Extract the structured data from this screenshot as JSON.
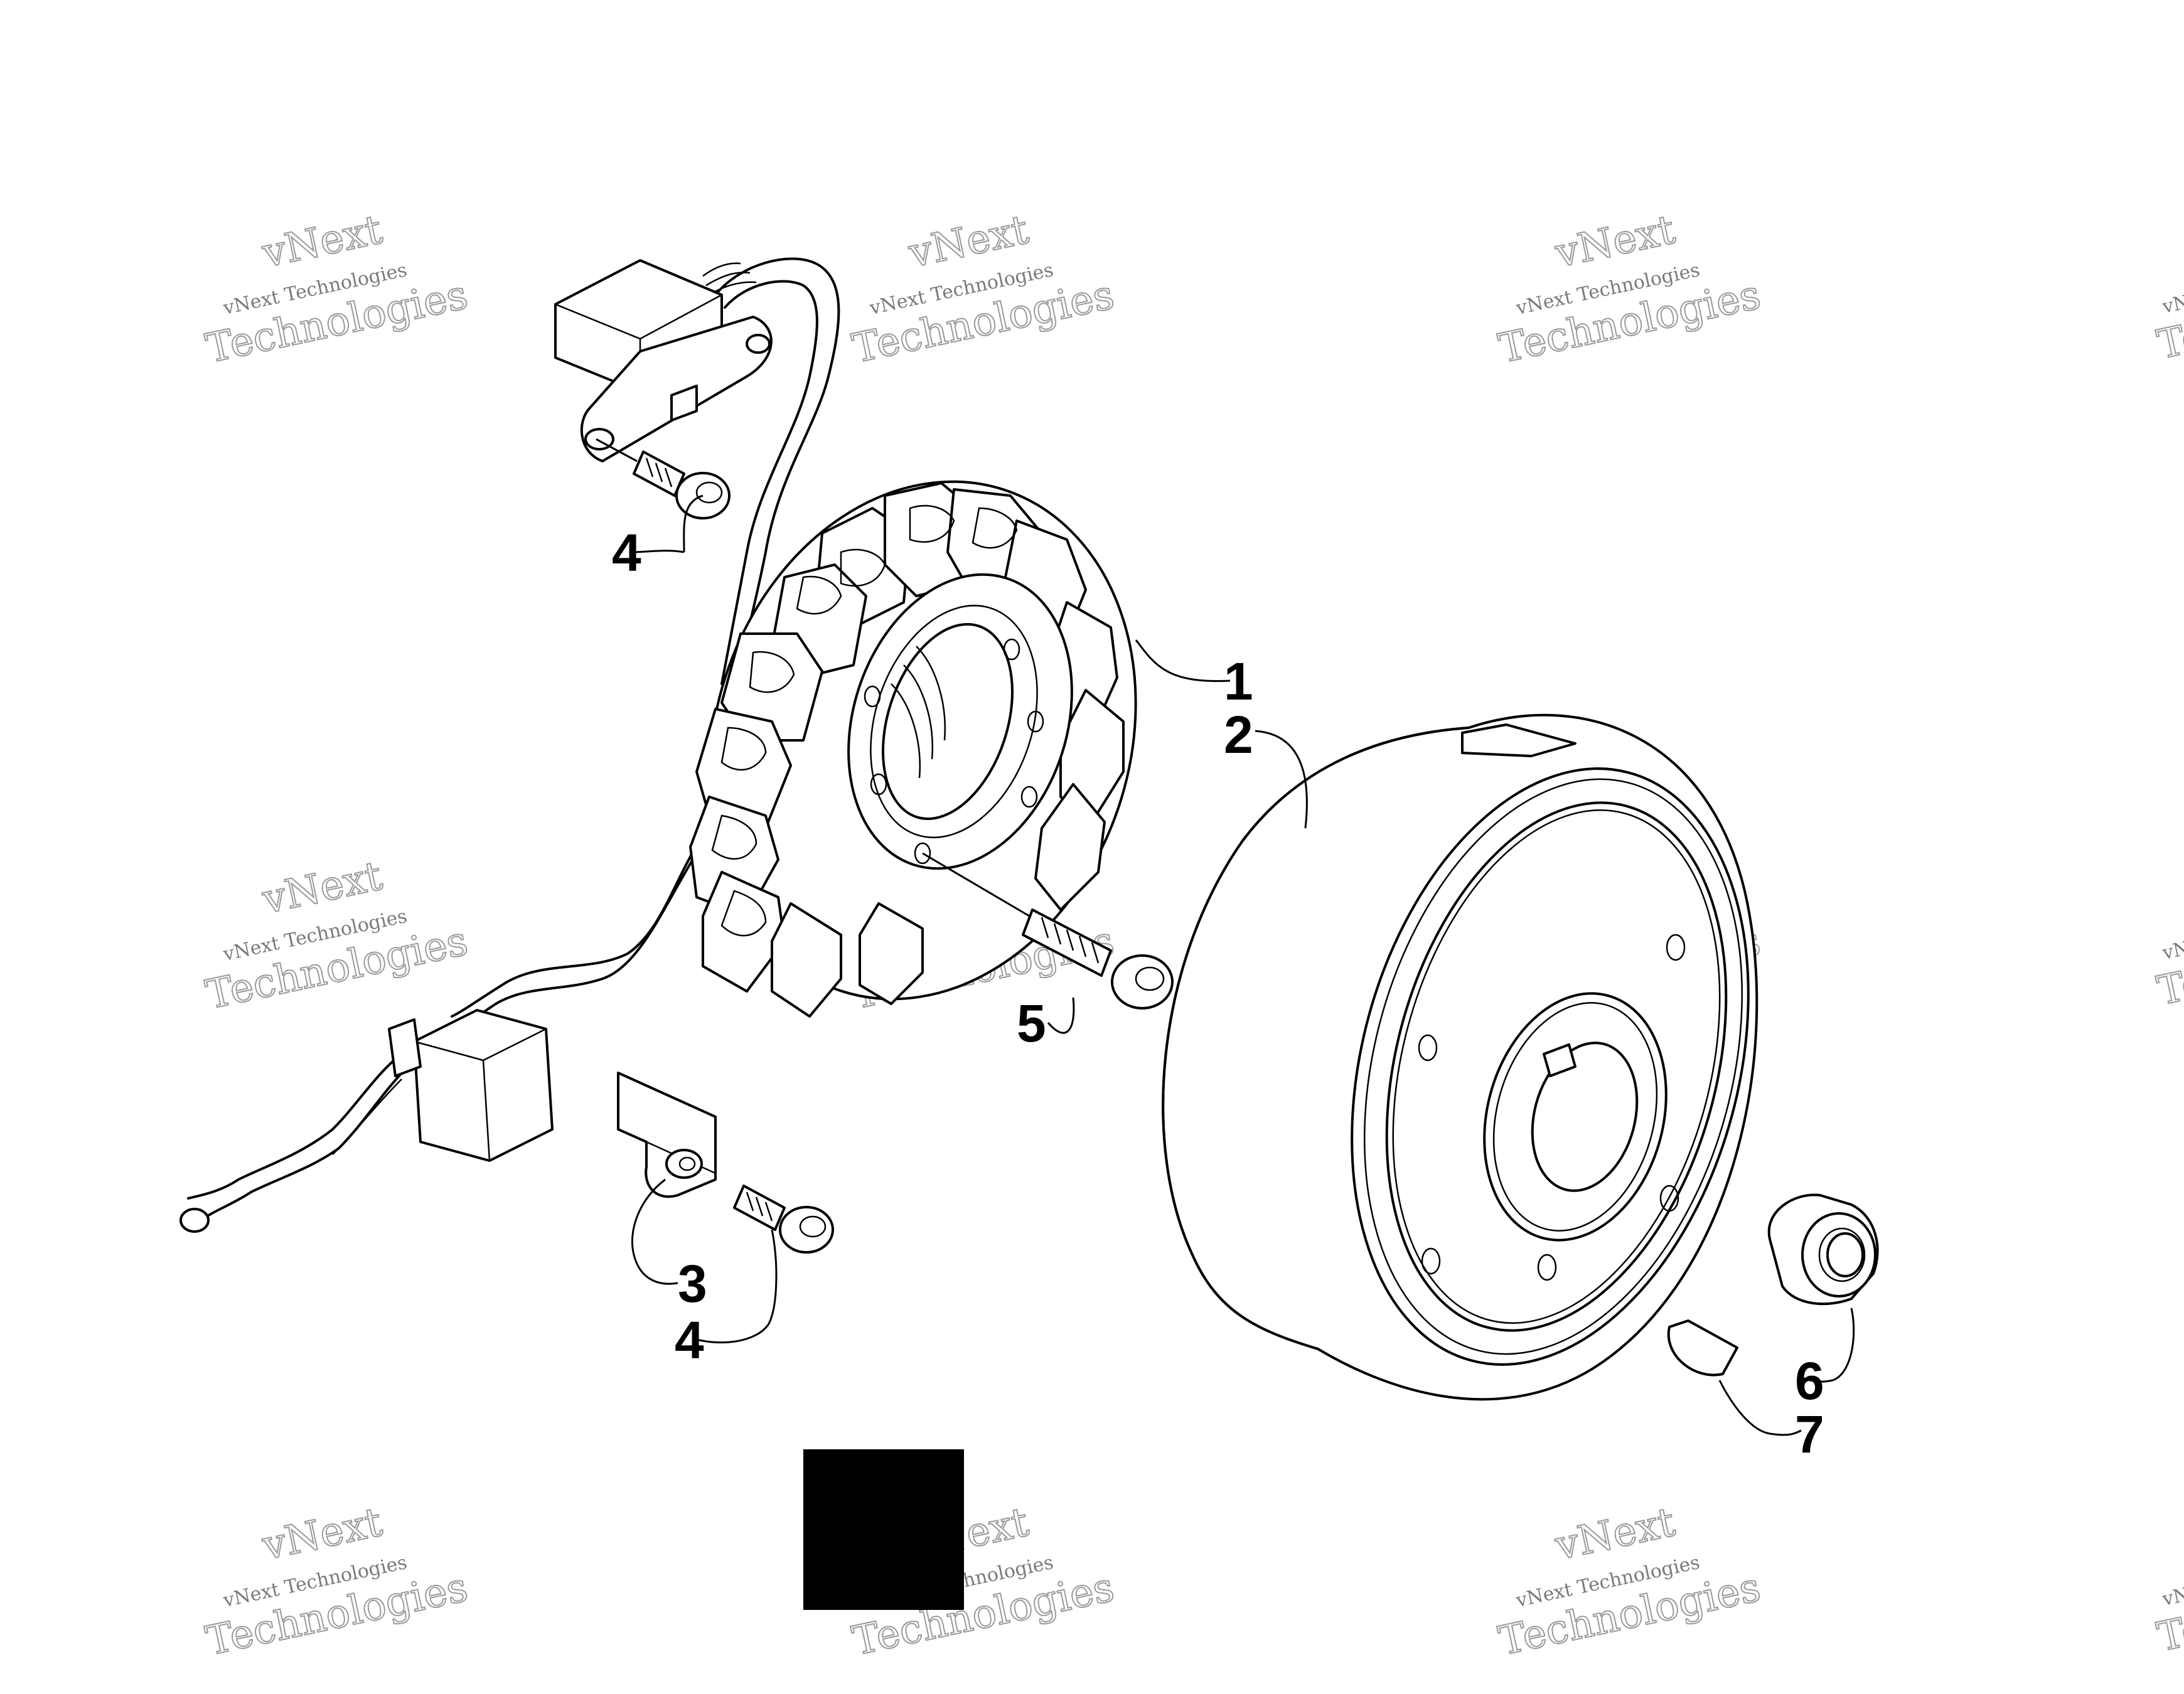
{
  "callouts": [
    {
      "id": "1",
      "label": "1"
    },
    {
      "id": "2",
      "label": "2"
    },
    {
      "id": "3",
      "label": "3"
    },
    {
      "id": "4a",
      "label": "4"
    },
    {
      "id": "4b",
      "label": "4"
    },
    {
      "id": "5",
      "label": "5"
    },
    {
      "id": "6",
      "label": "6"
    },
    {
      "id": "7",
      "label": "7"
    }
  ],
  "watermark": {
    "line1": "vNext",
    "line2": "vNext Technologies",
    "line3": "Technologies"
  },
  "colors": {
    "ink": "#000000",
    "background": "#ffffff",
    "watermark": "#8a8a8a"
  }
}
